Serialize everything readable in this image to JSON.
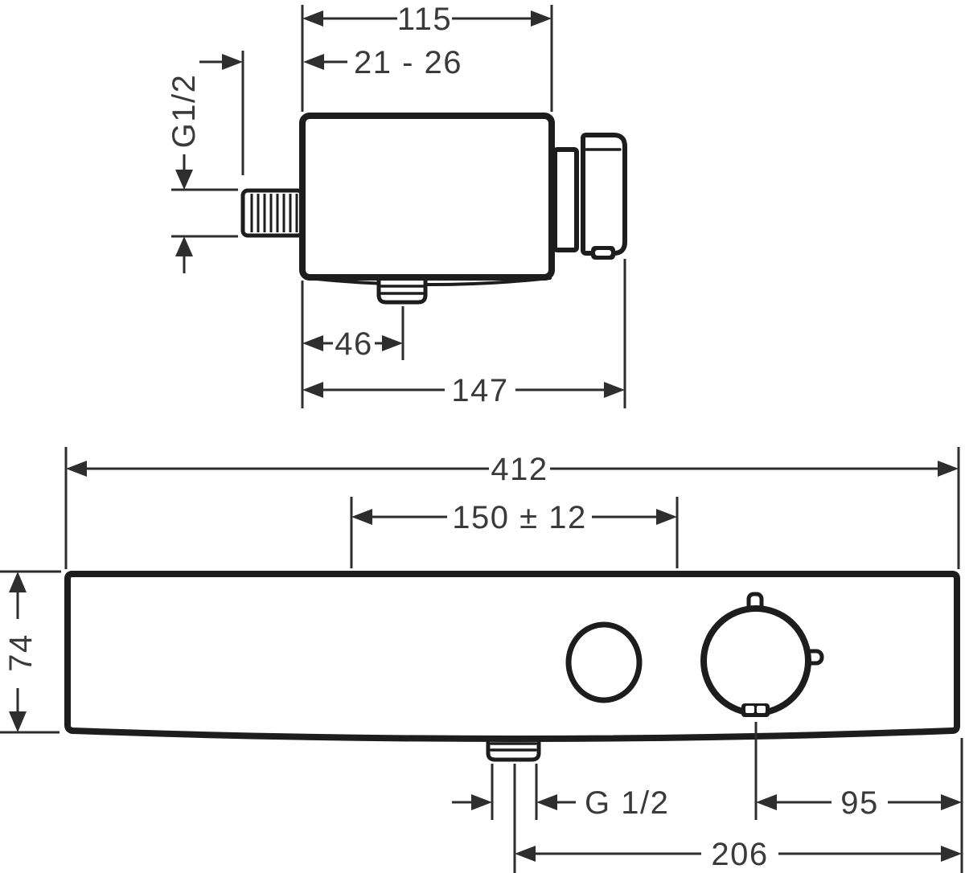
{
  "colors": {
    "line": "#1d1d1d",
    "dimension": "#2e2e2e",
    "text": "#3a3a3a",
    "background": "#ffffff"
  },
  "top_view": {
    "dim_width": "115",
    "dim_wall_depth": "21 - 26",
    "dim_thread": "G1/2",
    "dim_outlet_offset": "46",
    "dim_total_depth": "147"
  },
  "front_view": {
    "dim_total_width": "412",
    "dim_connection_spacing": "150 ± 12",
    "dim_height": "74",
    "dim_thread": "G 1/2",
    "dim_handle_offset": "95",
    "dim_outlet_offset": "206"
  }
}
